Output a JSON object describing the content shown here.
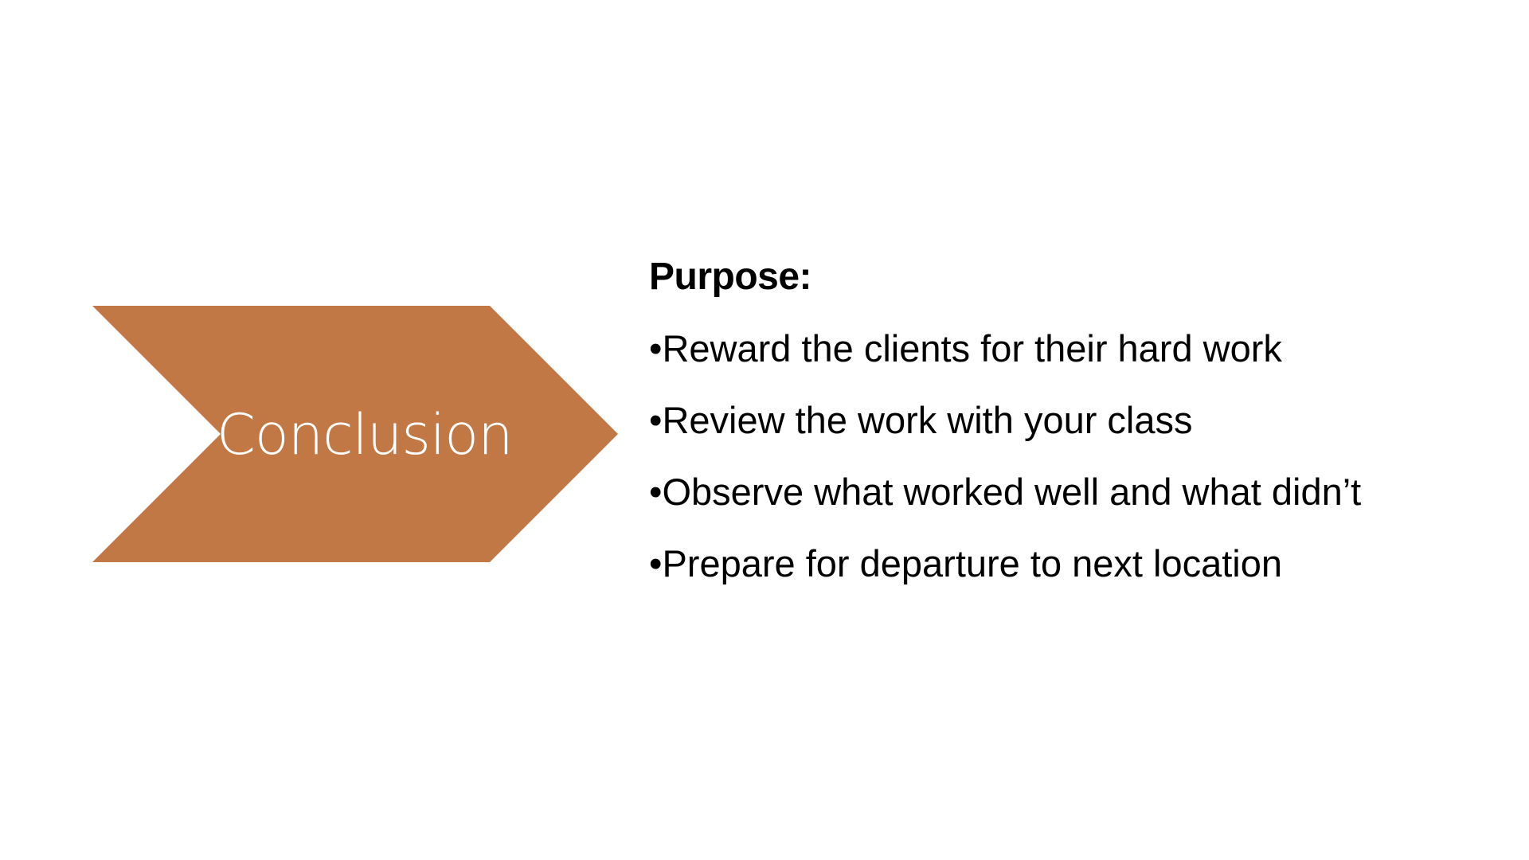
{
  "shape": {
    "label": "Conclusion",
    "fill_color": "#C17844",
    "text_color": "#FFFFFF"
  },
  "content": {
    "heading": "Purpose:",
    "bullets": [
      "•Reward the clients for their hard work",
      "•Review the work with your class",
      "•Observe what worked well and what didn’t",
      "•Prepare for departure to next location"
    ]
  }
}
